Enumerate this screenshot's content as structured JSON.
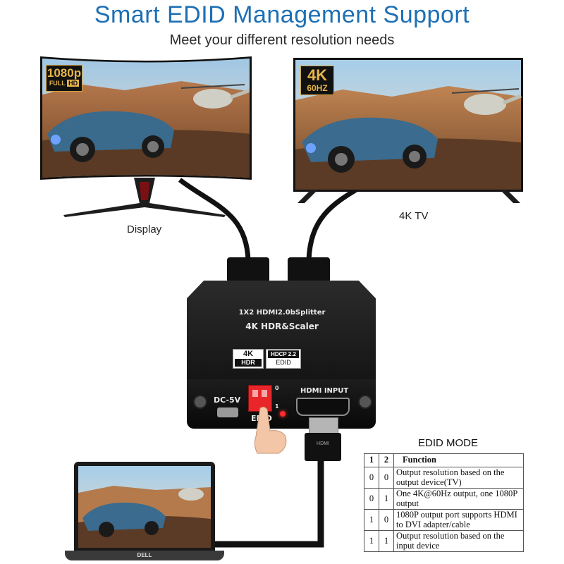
{
  "header": {
    "title": "Smart EDID Management Support",
    "subtitle": "Meet your different resolution needs"
  },
  "left_display": {
    "caption": "Display",
    "badge_top": "1080p",
    "badge_bottom_a": "FULL",
    "badge_bottom_b": "HD"
  },
  "right_display": {
    "caption": "4K TV",
    "badge_top": "4K",
    "badge_bottom": "60HZ"
  },
  "splitter": {
    "line1": "1X2 HDMI2.0bSplitter",
    "line2": "4K HDR&Scaler",
    "logo_4k": "4K",
    "logo_hdr": "HDR",
    "logo_hdcp": "HDCP 2.2",
    "logo_edid": "EDID",
    "dc_label": "DC-5V",
    "edid_label": "EDID",
    "hdmi_input_label": "HDMI INPUT",
    "switch_mark_0": "0",
    "switch_mark_1": "1"
  },
  "cable": {
    "plug_text": "HDMI"
  },
  "laptop": {
    "brand": "DELL"
  },
  "edid_mode": {
    "title": "EDID MODE",
    "headers": [
      "1",
      "2",
      "Function"
    ],
    "rows": [
      {
        "c1": "0",
        "c2": "0",
        "fn": "Output resolution based on the output device(TV)"
      },
      {
        "c1": "0",
        "c2": "1",
        "fn": "One 4K@60Hz output, one 1080P output"
      },
      {
        "c1": "1",
        "c2": "0",
        "fn": "1080P output port supports HDMI to DVI adapter/cable"
      },
      {
        "c1": "1",
        "c2": "1",
        "fn": "Output resolution based on the input device"
      }
    ]
  },
  "colors": {
    "title_blue": "#1d6fb5",
    "badge_gold": "#e6b54a",
    "switch_red": "#e8262a",
    "stand_red": "#b3262d"
  }
}
